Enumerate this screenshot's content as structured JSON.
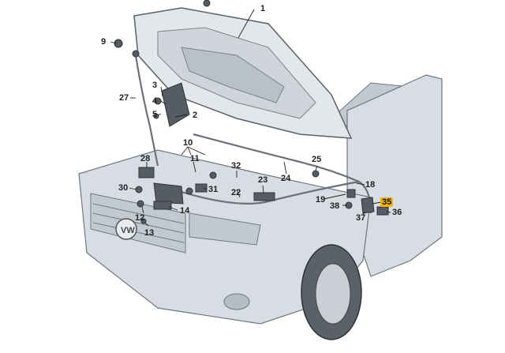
{
  "parts": [
    {
      "id": "p1",
      "label": "1"
    },
    {
      "id": "p2",
      "label": "2"
    },
    {
      "id": "p3",
      "label": "3"
    },
    {
      "id": "p4",
      "label": "4"
    },
    {
      "id": "p5",
      "label": "5"
    },
    {
      "id": "p9",
      "label": "9"
    },
    {
      "id": "p10",
      "label": "10"
    },
    {
      "id": "p11",
      "label": "11"
    },
    {
      "id": "p12",
      "label": "12"
    },
    {
      "id": "p13",
      "label": "13"
    },
    {
      "id": "p14",
      "label": "14"
    },
    {
      "id": "p18",
      "label": "18"
    },
    {
      "id": "p19",
      "label": "19"
    },
    {
      "id": "p22",
      "label": "22"
    },
    {
      "id": "p23",
      "label": "23"
    },
    {
      "id": "p24",
      "label": "24"
    },
    {
      "id": "p25",
      "label": "25"
    },
    {
      "id": "p27",
      "label": "27"
    },
    {
      "id": "p28",
      "label": "28"
    },
    {
      "id": "p30",
      "label": "30"
    },
    {
      "id": "p31",
      "label": "31"
    },
    {
      "id": "p32",
      "label": "32"
    },
    {
      "id": "p35",
      "label": "35",
      "highlight": true
    },
    {
      "id": "p36",
      "label": "36"
    },
    {
      "id": "p37",
      "label": "37"
    },
    {
      "id": "p38",
      "label": "38"
    }
  ],
  "colors": {
    "highlight": "#f2b400",
    "body": "#d7dde2",
    "outline": "#6e7880"
  }
}
